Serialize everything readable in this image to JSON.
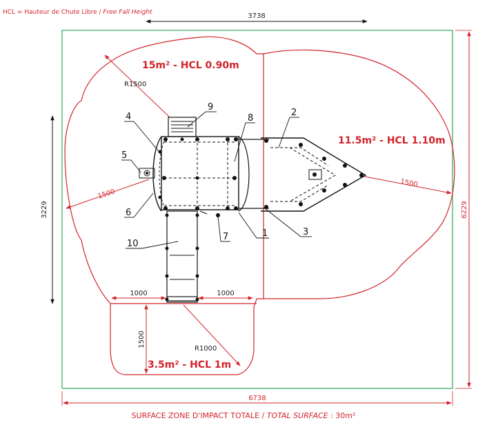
{
  "legend": {
    "abbr": "HCL = Hauteur de Chute Libre",
    "sep": " / ",
    "en": "Free Fall Height"
  },
  "dimensions": {
    "top_width": "3738",
    "left_height": "3229",
    "right_height": "6229",
    "bottom_width": "6738",
    "left_radius_dim": "1500",
    "right_radius_dim": "1500",
    "r_top": "R1500",
    "r_bottom": "R1000",
    "slide_left": "1000",
    "slide_right": "1000",
    "slide_height": "1500"
  },
  "zones": {
    "upper_left": "15m² - HCL 0.90m",
    "right": "11.5m² - HCL 1.10m",
    "lower": "3.5m² - HCL 1m"
  },
  "callouts": [
    "1",
    "2",
    "3",
    "4",
    "5",
    "6",
    "7",
    "8",
    "9",
    "10"
  ],
  "footer": {
    "fr": "SURFACE ZONE D'IMPACT TOTALE",
    "sep": " / ",
    "en": "TOTAL SURFACE",
    "value": " : 30m²"
  },
  "colors": {
    "impact_zone": "#d2232a",
    "bounding_box": "#2fa84f",
    "equipment": "#111111"
  }
}
